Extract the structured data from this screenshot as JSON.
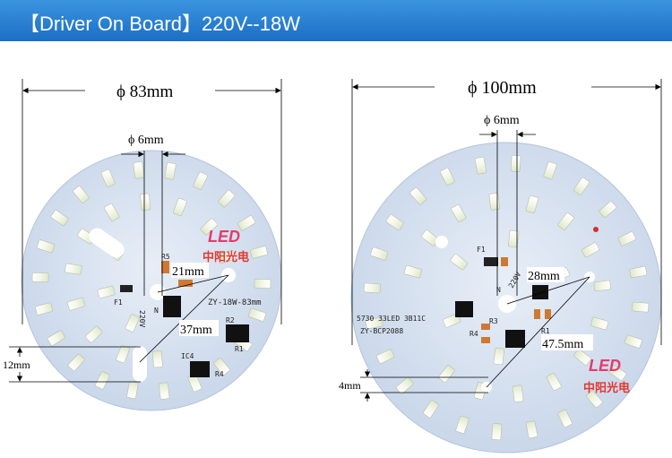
{
  "banner": {
    "title": "【Driver On Board】220V--18W",
    "color": "#2a82d6"
  },
  "board_left": {
    "diameter_label": "ϕ 83mm",
    "hole_label": "ϕ 6mm",
    "pcb_label_1": "ZY-18W-83mm",
    "dim_21": "21mm",
    "dim_37": "37mm",
    "dim_12": "12mm",
    "silk_220v": "220V",
    "silk_r5": "R5",
    "silk_f1": "F1",
    "silk_r2": "R2",
    "silk_r1": "R1",
    "silk_r4": "R4",
    "silk_ic4": "IC4",
    "silk_n": "N"
  },
  "board_right": {
    "diameter_label": "ϕ 100mm",
    "hole_label": "ϕ 6mm",
    "pcb_label_1": "5730  33LED  3B11C",
    "pcb_label_2": "ZY-BCP2088",
    "dim_28": "28mm",
    "dim_47": "47.5mm",
    "dim_4": "4mm",
    "silk_220v": "220V",
    "silk_r3": "R3",
    "silk_r4": "R4",
    "silk_r1": "R1",
    "silk_f1": "F1",
    "silk_n": "N"
  },
  "logo": {
    "text_en": "LED",
    "text_cn": "中阳光电"
  }
}
